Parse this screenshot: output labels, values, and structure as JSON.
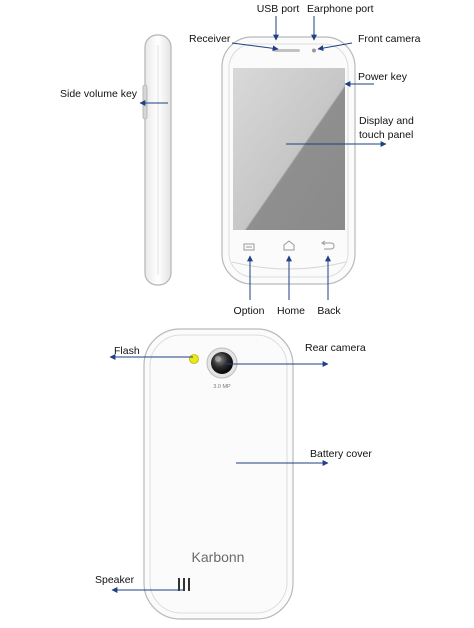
{
  "front_view": {
    "labels": {
      "usb_port": "USB port",
      "earphone_port": "Earphone port",
      "receiver": "Receiver",
      "front_camera": "Front camera",
      "power_key": "Power key",
      "display_line1": "Display and",
      "display_line2": "touch panel",
      "side_volume_key": "Side  volume key",
      "option": "Option",
      "home": "Home",
      "back": "Back"
    }
  },
  "rear_view": {
    "labels": {
      "flash": "Flash",
      "rear_camera": "Rear camera",
      "battery_cover": "Battery cover",
      "speaker": "Speaker"
    },
    "camera_text": "3.0 MP",
    "brand": "Karbonn"
  },
  "colors": {
    "arrow": "#1f3f86",
    "screen_dark": "#8e8e8e",
    "screen_light": "#d8d8d8",
    "flash": "#e8e81a",
    "body": "#fbfbfb"
  },
  "icons": [
    "arrow-icon",
    "flash-led-icon",
    "camera-lens-icon",
    "speaker-grille-icon",
    "menu-key-icon",
    "home-key-icon",
    "back-key-icon"
  ]
}
